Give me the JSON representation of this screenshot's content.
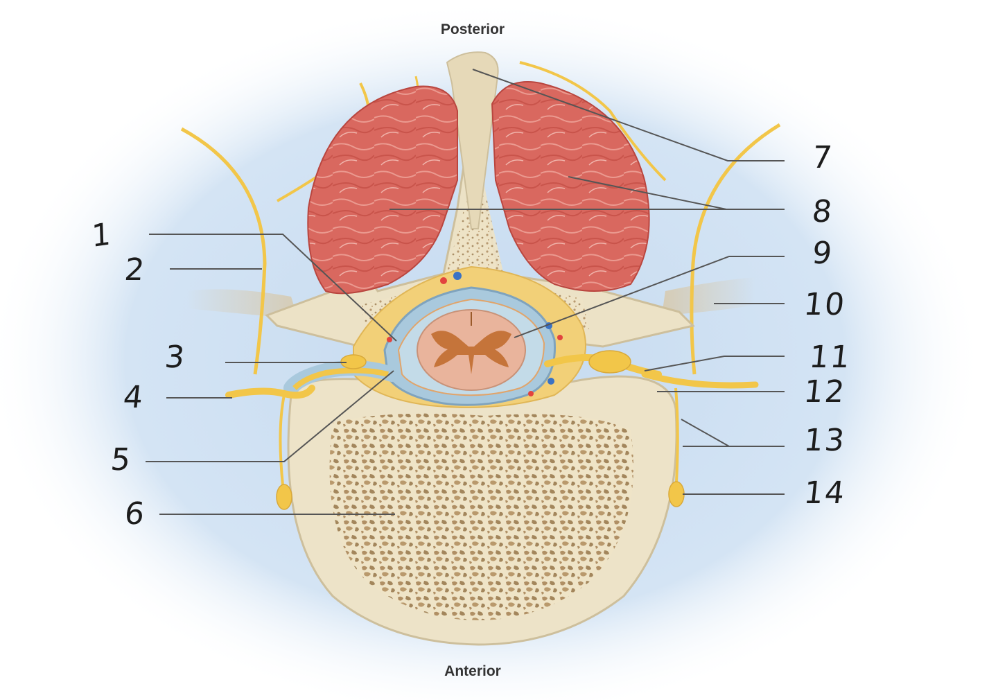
{
  "orientation": {
    "top_label": "Posterior",
    "bottom_label": "Anterior"
  },
  "callouts": {
    "left": [
      "1",
      "2",
      "3",
      "4",
      "5",
      "6"
    ],
    "right": [
      "7",
      "8",
      "9",
      "10",
      "11",
      "12",
      "13",
      "14"
    ]
  },
  "colors": {
    "background_glow": "#c9ddf1",
    "bone": "#ede3c8",
    "spongy_bone_dots": "#a3865c",
    "muscle": "#d86a62",
    "nerve": "#f2c649",
    "fat": "#f2d078",
    "dura": "#a9c9dd",
    "spinal_cord": "#e9b49c",
    "gray_matter": "#c5743a",
    "artery": "#e2433e",
    "vein": "#3b72c4",
    "leader_line": "#555555"
  }
}
